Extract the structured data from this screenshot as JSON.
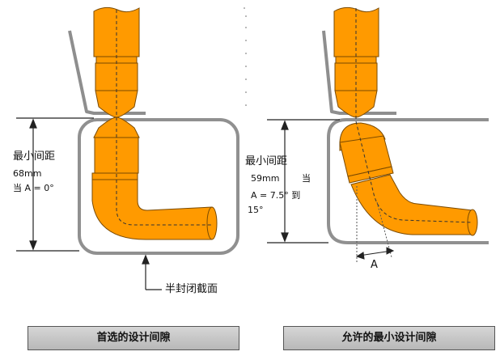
{
  "left_panel": {
    "gap_label": "最小间距",
    "gap_value": "68mm",
    "angle_text": "当 A = 0°",
    "section_label": "半封闭截面",
    "caption": "首选的设计间隙"
  },
  "right_panel": {
    "gap_label": "最小间距",
    "gap_value": "59mm",
    "angle_prefix": "当",
    "angle_text": "A = 7.5° 到",
    "angle_text_2": "15°",
    "angle_marker": "A",
    "caption": "允许的最小设计间隙"
  },
  "colors": {
    "part_fill": "#ff9a00",
    "part_stroke": "#7a4a00",
    "enclosure": "#909090",
    "caption_bg": "#c8c8c8"
  }
}
